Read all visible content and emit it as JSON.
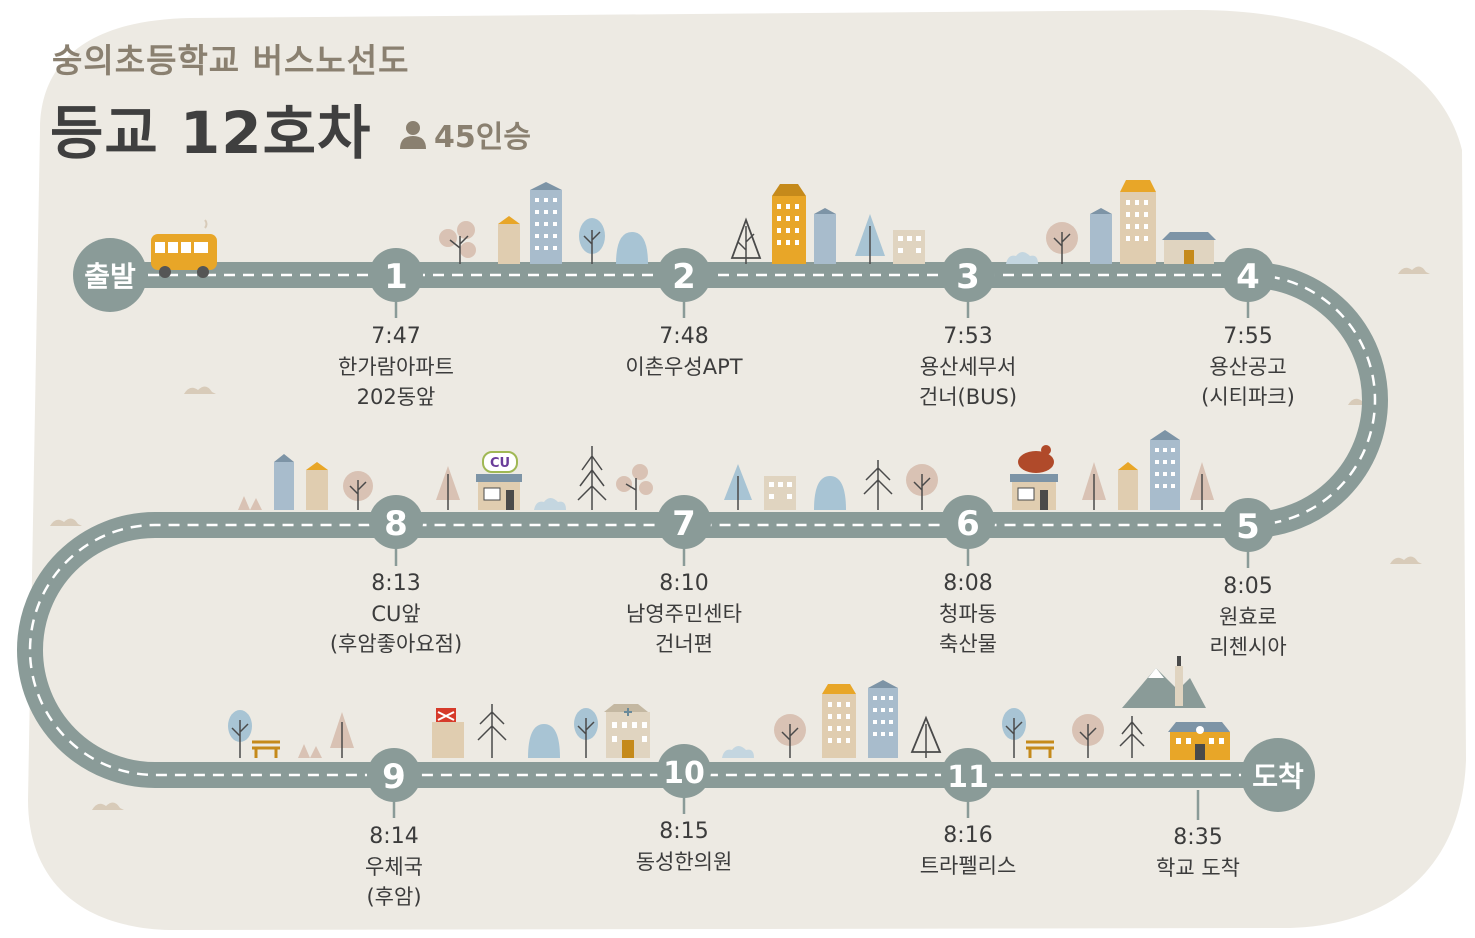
{
  "header": {
    "subtitle": "숭의초등학교 버스노선도",
    "title": "등교 12호차",
    "capacity": "45인승"
  },
  "route": {
    "start_label": "출발",
    "end_label": "도착",
    "stops": [
      {
        "num": "1",
        "time": "7:47",
        "line1": "한가람아파트",
        "line2": "202동앞"
      },
      {
        "num": "2",
        "time": "7:48",
        "line1": "이촌우성APT",
        "line2": ""
      },
      {
        "num": "3",
        "time": "7:53",
        "line1": "용산세무서",
        "line2": "건너(BUS)"
      },
      {
        "num": "4",
        "time": "7:55",
        "line1": "용산공고",
        "line2": "(시티파크)"
      },
      {
        "num": "5",
        "time": "8:05",
        "line1": "원효로",
        "line2": "리첸시아"
      },
      {
        "num": "6",
        "time": "8:08",
        "line1": "청파동",
        "line2": "축산물"
      },
      {
        "num": "7",
        "time": "8:10",
        "line1": "남영주민센타",
        "line2": "건너편"
      },
      {
        "num": "8",
        "time": "8:13",
        "line1": "CU앞",
        "line2": "(후암좋아요점)"
      },
      {
        "num": "9",
        "time": "8:14",
        "line1": "우체국",
        "line2": "(후암)"
      },
      {
        "num": "10",
        "time": "8:15",
        "line1": "동성한의원",
        "line2": ""
      },
      {
        "num": "11",
        "time": "8:16",
        "line1": "트라펠리스",
        "line2": ""
      }
    ],
    "arrival": {
      "time": "8:35",
      "line1": "학교 도착"
    }
  },
  "decor": {
    "cu_sign": "CU"
  },
  "colors": {
    "road": "#8a9b98",
    "background": "#edeae3",
    "node": "#8a9b98",
    "bus": "#e8a628"
  }
}
